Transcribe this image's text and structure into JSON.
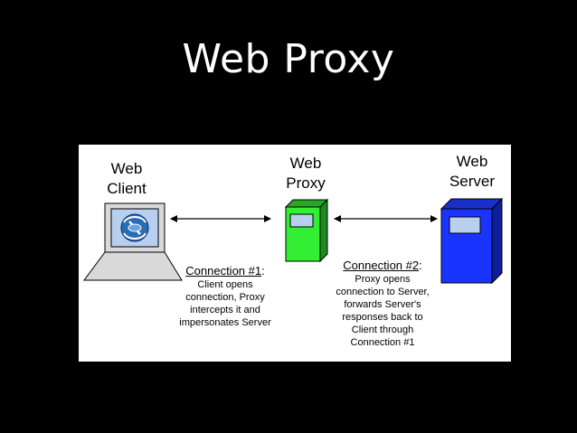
{
  "slide": {
    "title": "Web Proxy"
  },
  "diagram": {
    "client_label": "Web\nClient",
    "proxy_label": "Web\nProxy",
    "server_label": "Web\nServer",
    "connection1": {
      "title": "Connection #1",
      "suffix": ":",
      "description": "Client opens\nconnection, Proxy\nintercepts it and\nimpersonates Server"
    },
    "connection2": {
      "title": "Connection #2",
      "suffix": ":",
      "description": "Proxy opens\nconnection to Server,\nforwards Server's\nresponses back to\nClient through\nConnection #1"
    },
    "colors": {
      "proxy_box": "#33ee33",
      "server_box": "#1a33ff",
      "screen": "#b8d0f0",
      "laptop": "#d9d9d9"
    },
    "icons": {
      "client": "laptop-icon",
      "proxy": "proxy-server-icon",
      "server": "web-server-icon"
    }
  }
}
